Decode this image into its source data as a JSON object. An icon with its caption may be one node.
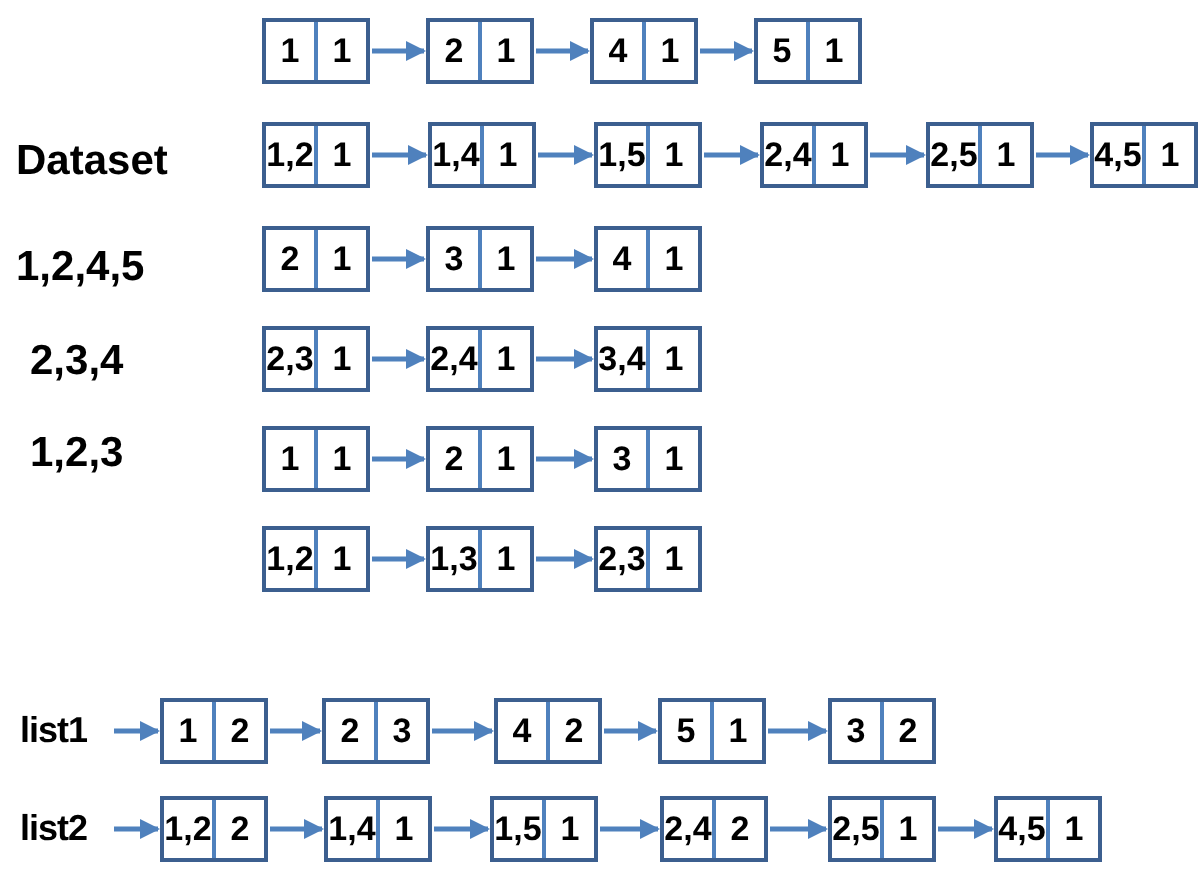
{
  "diagram": {
    "nodes": [
      {
        "text": [
          "1",
          "1"
        ]
      },
      {
        "text": [
          "2",
          "1"
        ]
      },
      {
        "text": [
          "4",
          "1"
        ]
      },
      {
        "text": [
          "5",
          "1"
        ]
      },
      {
        "text": [
          "1,2",
          "1"
        ]
      },
      {
        "text": [
          "1,4",
          "1"
        ]
      },
      {
        "text": [
          "1,5",
          "1"
        ]
      },
      {
        "text": [
          "2,4",
          "1"
        ]
      },
      {
        "text": [
          "2,5",
          "1"
        ]
      },
      {
        "text": [
          "4,5",
          "1"
        ]
      },
      {
        "text": [
          "2",
          "1"
        ]
      },
      {
        "text": [
          "3",
          "1"
        ]
      },
      {
        "text": [
          "4",
          "1"
        ]
      },
      {
        "text": [
          "2,3",
          "1"
        ]
      },
      {
        "text": [
          "2,4",
          "1"
        ]
      },
      {
        "text": [
          "3,4",
          "1"
        ]
      },
      {
        "text": [
          "1",
          "1"
        ]
      },
      {
        "text": [
          "2",
          "1"
        ]
      },
      {
        "text": [
          "3",
          "1"
        ]
      },
      {
        "text": [
          "1,2",
          "1"
        ]
      },
      {
        "text": [
          "1,3",
          "1"
        ]
      },
      {
        "text": [
          "2,3",
          "1"
        ]
      },
      {
        "text": [
          "list1"
        ]
      },
      {
        "text": [
          "1",
          "2"
        ]
      },
      {
        "text": [
          "2",
          "3"
        ]
      },
      {
        "text": [
          "4",
          "2"
        ]
      },
      {
        "text": [
          "5",
          "1"
        ]
      },
      {
        "text": [
          "3",
          "2"
        ]
      },
      {
        "text": [
          "list2"
        ]
      },
      {
        "text": [
          "1,2",
          "2"
        ]
      },
      {
        "text": [
          "1,4",
          "1"
        ]
      },
      {
        "text": [
          "1,5",
          "1"
        ]
      },
      {
        "text": [
          "2,4",
          "2"
        ]
      },
      {
        "text": [
          "2,5",
          "1"
        ]
      },
      {
        "text": [
          "4,5",
          "1"
        ]
      }
    ],
    "edges": [
      {
        "from": 0,
        "to": 1,
        "arrow": "to"
      },
      {
        "from": 1,
        "to": 2,
        "arrow": "to"
      },
      {
        "from": 2,
        "to": 3,
        "arrow": "to"
      },
      {
        "from": 4,
        "to": 5,
        "arrow": "to"
      },
      {
        "from": 5,
        "to": 6,
        "arrow": "to"
      },
      {
        "from": 6,
        "to": 7,
        "arrow": "to"
      },
      {
        "from": 7,
        "to": 8,
        "arrow": "to"
      },
      {
        "from": 8,
        "to": 9,
        "arrow": "to"
      },
      {
        "from": 10,
        "to": 11,
        "arrow": "to"
      },
      {
        "from": 11,
        "to": 12,
        "arrow": "to"
      },
      {
        "from": 13,
        "to": 14,
        "arrow": "to"
      },
      {
        "from": 14,
        "to": 15,
        "arrow": "to"
      },
      {
        "from": 16,
        "to": 17,
        "arrow": "to"
      },
      {
        "from": 17,
        "to": 18,
        "arrow": "to"
      },
      {
        "from": 19,
        "to": 20,
        "arrow": "to"
      },
      {
        "from": 20,
        "to": 21,
        "arrow": "to"
      },
      {
        "from": 22,
        "to": 23,
        "arrow": "to"
      },
      {
        "from": 23,
        "to": 24,
        "arrow": "to"
      },
      {
        "from": 24,
        "to": 25,
        "arrow": "to"
      },
      {
        "from": 25,
        "to": 26,
        "arrow": "to"
      },
      {
        "from": 26,
        "to": 27,
        "arrow": "to"
      },
      {
        "from": 28,
        "to": 29,
        "arrow": "to"
      },
      {
        "from": 29,
        "to": 30,
        "arrow": "to"
      },
      {
        "from": 30,
        "to": 31,
        "arrow": "to"
      },
      {
        "from": 31,
        "to": 32,
        "arrow": "to"
      },
      {
        "from": 32,
        "to": 33,
        "arrow": "to"
      },
      {
        "from": 33,
        "to": 34,
        "arrow": "to"
      }
    ],
    "labels": [
      "Dataset",
      "1,2,4,5",
      "2,3,4",
      "1,2,3"
    ]
  }
}
